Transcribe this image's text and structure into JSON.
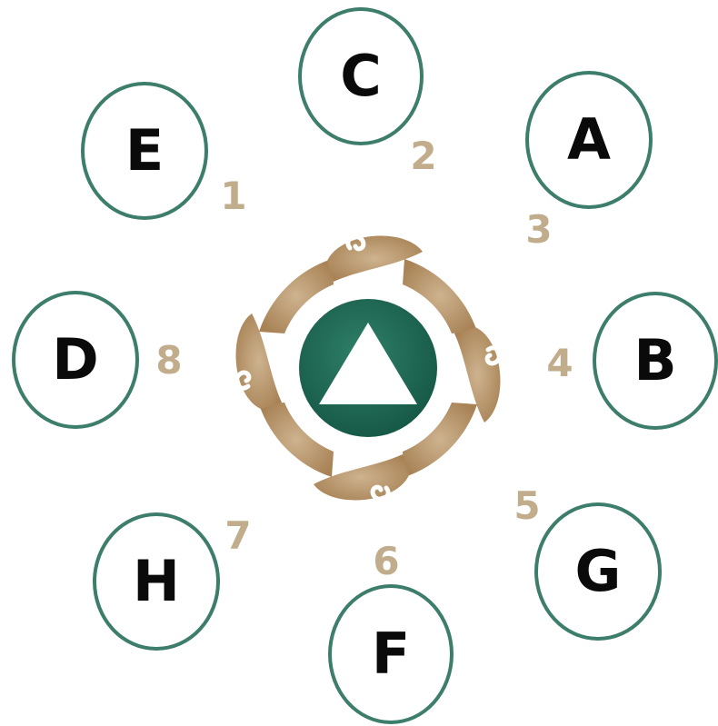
{
  "colors": {
    "node_border": "#3d7d6b",
    "letter": "#0a0a0a",
    "number": "#c1ad8c",
    "emblem_gold": "#b08d64",
    "emblem_gold_light": "#cdb38f",
    "emblem_green": "#1f6b59"
  },
  "emblem": {
    "icon": "circle-triangle-icon"
  },
  "nodes": [
    {
      "key": "C",
      "letter": "C"
    },
    {
      "key": "A",
      "letter": "A"
    },
    {
      "key": "E",
      "letter": "E"
    },
    {
      "key": "D",
      "letter": "D"
    },
    {
      "key": "B",
      "letter": "B"
    },
    {
      "key": "H",
      "letter": "H"
    },
    {
      "key": "G",
      "letter": "G"
    },
    {
      "key": "F",
      "letter": "F"
    }
  ],
  "numbers": [
    {
      "key": "n1",
      "value": "1"
    },
    {
      "key": "n2",
      "value": "2"
    },
    {
      "key": "n3",
      "value": "3"
    },
    {
      "key": "n4",
      "value": "4"
    },
    {
      "key": "n5",
      "value": "5"
    },
    {
      "key": "n6",
      "value": "6"
    },
    {
      "key": "n7",
      "value": "7"
    },
    {
      "key": "n8",
      "value": "8"
    }
  ]
}
